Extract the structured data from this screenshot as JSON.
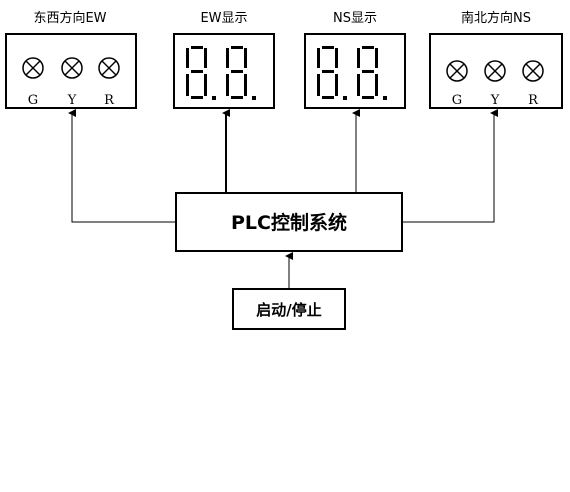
{
  "panels": {
    "ew_lights": {
      "title": "东西方向EW",
      "lamps": [
        "G",
        "Y",
        "R"
      ]
    },
    "ew_display": {
      "title": "EW显示"
    },
    "ns_display": {
      "title": "NS显示"
    },
    "ns_lights": {
      "title": "南北方向NS",
      "lamps": [
        "G",
        "Y",
        "R"
      ]
    }
  },
  "controller": {
    "label": "PLC控制系统"
  },
  "start_stop": {
    "label": "启动/停止"
  }
}
